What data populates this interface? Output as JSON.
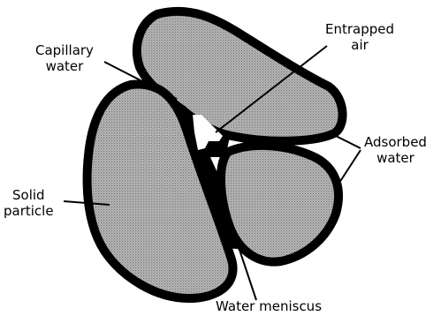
{
  "labels": {
    "capillary_water": {
      "line1": "Capillary",
      "line2": "water"
    },
    "entrapped_air": {
      "line1": "Entrapped",
      "line2": "air"
    },
    "adsorbed_water": {
      "line1": "Adsorbed",
      "line2": "water"
    },
    "solid_particle": {
      "line1": "Solid",
      "line2": "particle"
    },
    "water_meniscus": {
      "text": "Water meniscus"
    }
  },
  "colors": {
    "particle_fill": "#a6a6a6",
    "outline": "#000000",
    "background": "#ffffff"
  }
}
